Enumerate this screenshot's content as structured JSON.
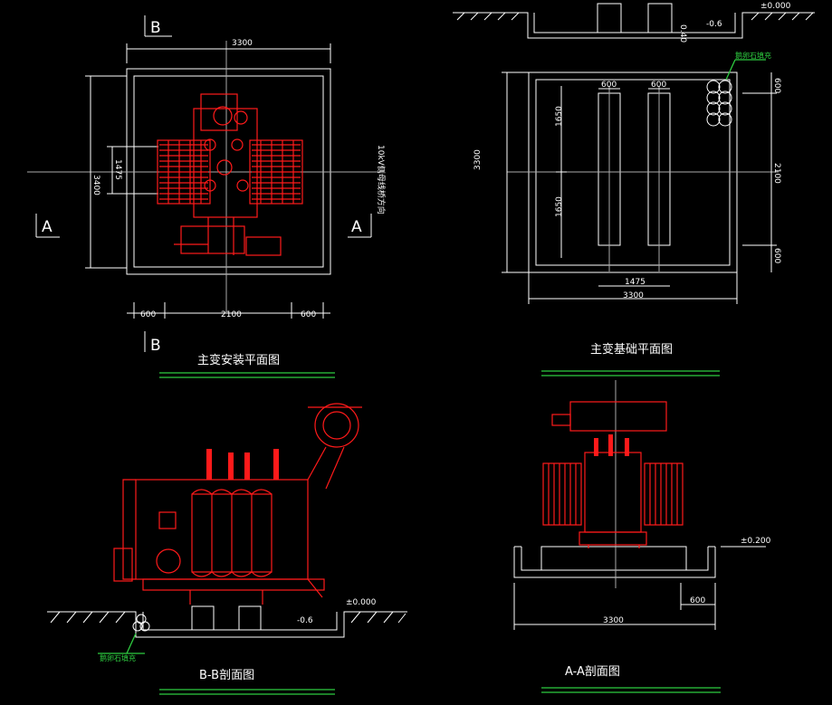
{
  "colors": {
    "background": "#000000",
    "line": "#ffffff",
    "equipment": "#ff1a1a",
    "title_underline": "#2ecc40",
    "gravel_label": "#2ecc40"
  },
  "plan_install": {
    "title": "主变安装平面图",
    "section_marks": {
      "b_top": "B",
      "b_bottom": "B",
      "a_left": "A",
      "a_right": "A"
    },
    "dims": {
      "width_top": "3300",
      "height_left": "3400",
      "inner_vertical": "1475",
      "bottom_left": "600",
      "bottom_mid": "2100",
      "bottom_right": "600"
    },
    "side_note": "10kV侧母线桥方向"
  },
  "plan_foundation": {
    "title": "主变基础平面图",
    "dims": {
      "left_total": "3300",
      "left_upper": "1650",
      "left_lower": "1650",
      "pad_left_width": "600",
      "pad_right_width": "600",
      "right_top": "600",
      "right_mid": "2100",
      "right_bottom": "600",
      "bottom_inner": "1475",
      "bottom_total": "3300",
      "level_top": "±0.000",
      "level_pit": "-0.6",
      "level_small": "0.40"
    },
    "gravel_label": "鹅卵石填充"
  },
  "section_bb": {
    "title": "B-B剖面图",
    "level_ground": "±0.000",
    "level_pit": "-0.6",
    "gravel_label": "鹅卵石填充"
  },
  "section_aa": {
    "title": "A-A剖面图",
    "level": "±0.200",
    "dim_small": "600",
    "dim_total": "3300"
  }
}
